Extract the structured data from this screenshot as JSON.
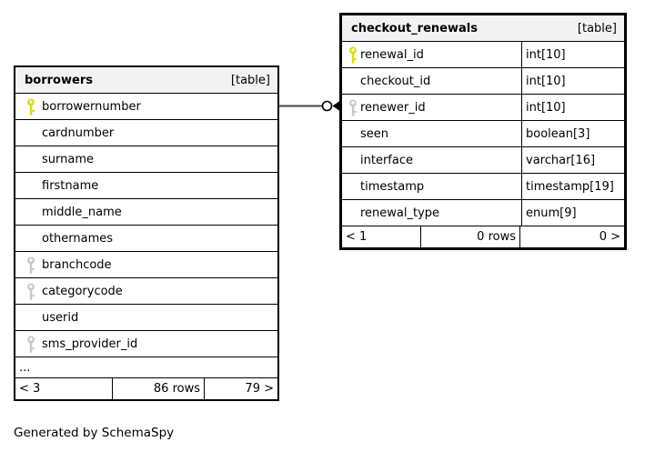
{
  "diagram": {
    "generator_note": "Generated by SchemaSpy",
    "tables": [
      {
        "name": "borrowers",
        "type_label": "[table]",
        "columns": [
          {
            "name": "borrowernumber",
            "key": "primary"
          },
          {
            "name": "cardnumber",
            "key": "none"
          },
          {
            "name": "surname",
            "key": "none"
          },
          {
            "name": "firstname",
            "key": "none"
          },
          {
            "name": "middle_name",
            "key": "none"
          },
          {
            "name": "othernames",
            "key": "none"
          },
          {
            "name": "branchcode",
            "key": "foreign"
          },
          {
            "name": "categorycode",
            "key": "foreign"
          },
          {
            "name": "userid",
            "key": "none"
          },
          {
            "name": "sms_provider_id",
            "key": "foreign"
          }
        ],
        "truncated_indicator": "...",
        "footer": {
          "left": "< 3",
          "center": "86 rows",
          "right": "79 >"
        }
      },
      {
        "name": "checkout_renewals",
        "type_label": "[table]",
        "columns": [
          {
            "name": "renewal_id",
            "type": "int[10]",
            "key": "primary"
          },
          {
            "name": "checkout_id",
            "type": "int[10]",
            "key": "none"
          },
          {
            "name": "renewer_id",
            "type": "int[10]",
            "key": "foreign"
          },
          {
            "name": "seen",
            "type": "boolean[3]",
            "key": "none"
          },
          {
            "name": "interface",
            "type": "varchar[16]",
            "key": "none"
          },
          {
            "name": "timestamp",
            "type": "timestamp[19]",
            "key": "none"
          },
          {
            "name": "renewal_type",
            "type": "enum[9]",
            "key": "none"
          }
        ],
        "footer": {
          "left": "< 1",
          "center": "0 rows",
          "right": "0 >"
        }
      }
    ],
    "relationship": {
      "from": "borrowers.borrowernumber",
      "to": "checkout_renewals.renewer_id"
    },
    "colors": {
      "primary_key_icon": "#dcdc00",
      "foreign_key_icon": "#c8c8c8",
      "header_bg": "#f2f2f2",
      "connector_line": "#444444",
      "border": "#000000"
    }
  }
}
